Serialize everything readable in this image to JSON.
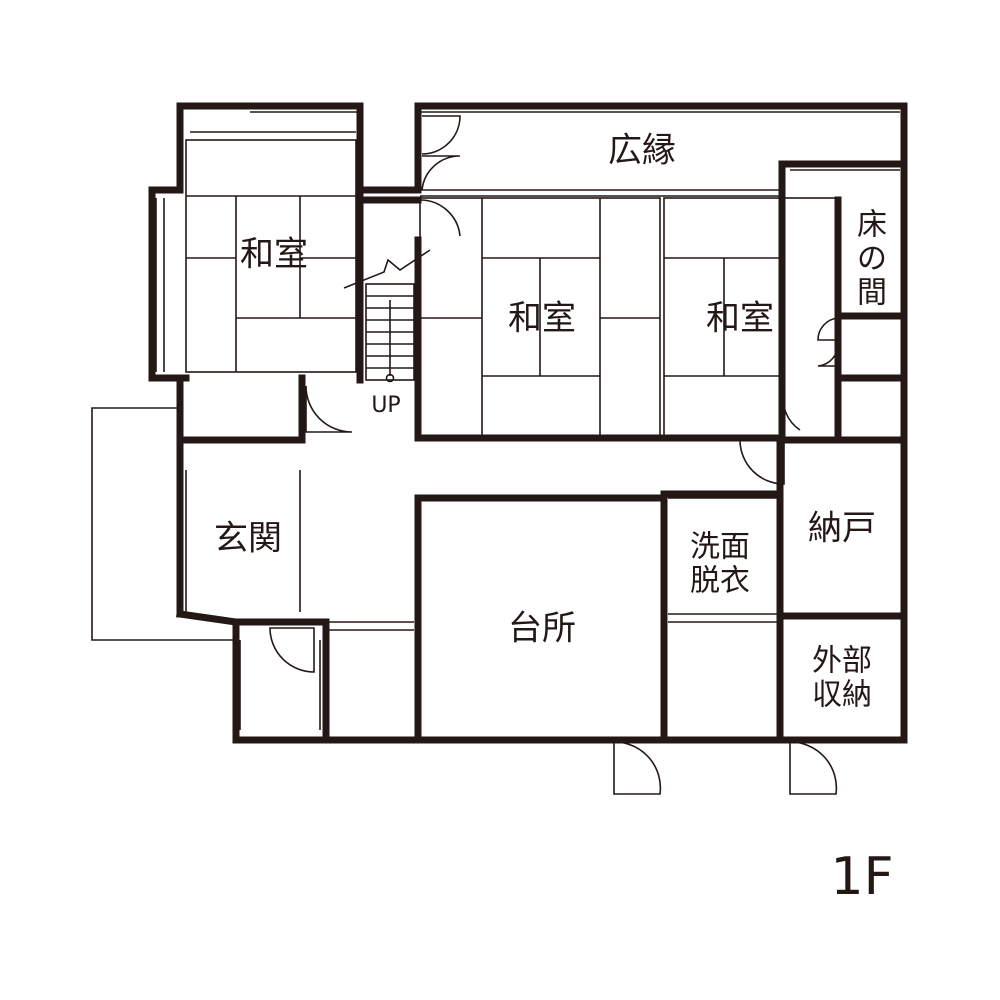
{
  "floor_label": "1F",
  "stair_label": "UP",
  "rooms": {
    "hiroen": "広縁",
    "washitsu_left": "和室",
    "washitsu_center": "和室",
    "washitsu_right": "和室",
    "tokonoma": [
      "床",
      "の",
      "間"
    ],
    "genkan": "玄関",
    "senmen": [
      "洗面",
      "脱衣"
    ],
    "nando": "納戸",
    "daidokoro": "台所",
    "gaibu": [
      "外部",
      "収納"
    ]
  }
}
